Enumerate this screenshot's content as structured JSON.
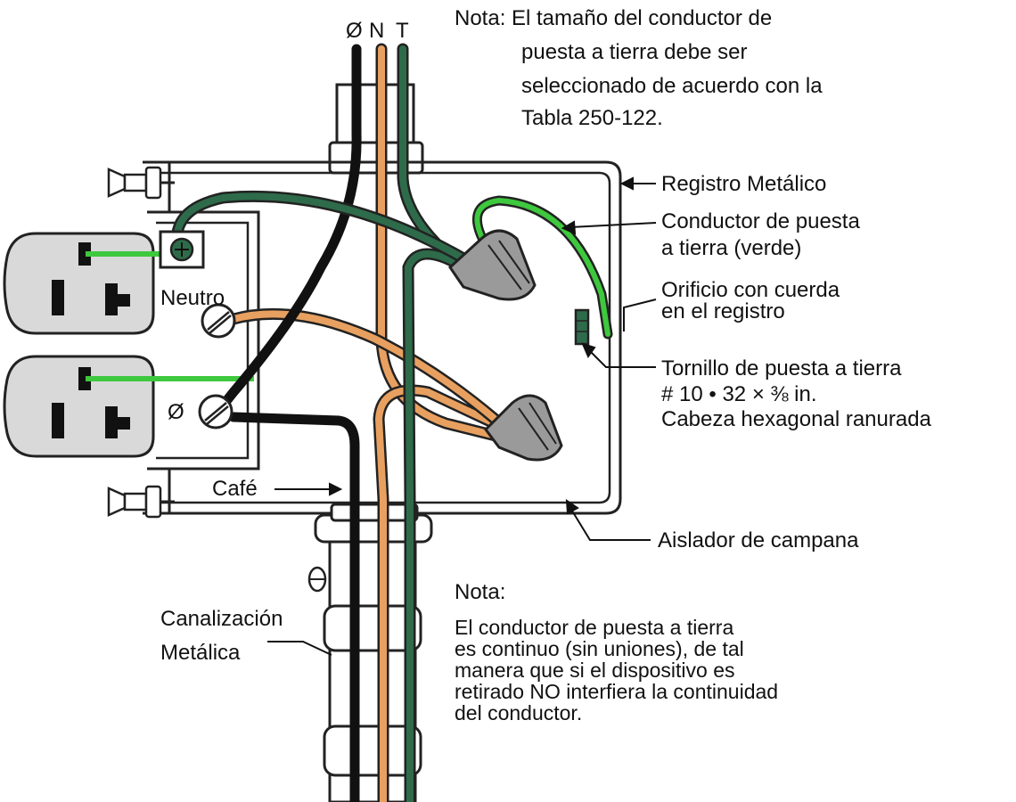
{
  "colors": {
    "phase": "#111111",
    "neutral": "#e8a060",
    "ground": "#2e6b4a",
    "ground_bright": "#3ec83e",
    "outline": "#222222",
    "device_fill": "#d9d9d9",
    "connector_fill": "#9a9a9a"
  },
  "wire_labels": {
    "phase": "Ø",
    "neutral": "N",
    "ground": "T"
  },
  "top_note": {
    "lead": "Nota:",
    "lines": [
      "El tamaño  del conductor de",
      "puesta a tierra debe ser",
      "seleccionado de acuerdo con la",
      "Tabla 250-122."
    ]
  },
  "callouts": {
    "box": "Registro Metálico",
    "ground_conductor": [
      "Conductor de puesta",
      "a tierra (verde)"
    ],
    "threaded_hole": [
      "Orificio con cuerda",
      "en el registro"
    ],
    "ground_screw": [
      "Tornillo de puesta a tierra",
      "# 10 • 32 × ⅜ in.",
      "Cabeza hexagonal ranurada"
    ],
    "bell_insulator": "Aislador de campana",
    "neutral_terminal": "Neutro",
    "phase_terminal": "Ø",
    "brown": "Café",
    "conduit": [
      "Canalización",
      "Metálica"
    ]
  },
  "bottom_note": {
    "title": "Nota:",
    "lines": [
      "El conductor de puesta a tierra",
      "es continuo (sin uniones), de tal",
      "manera que si el dispositivo es",
      "retirado NO interfiera la continuidad",
      "del conductor."
    ]
  }
}
